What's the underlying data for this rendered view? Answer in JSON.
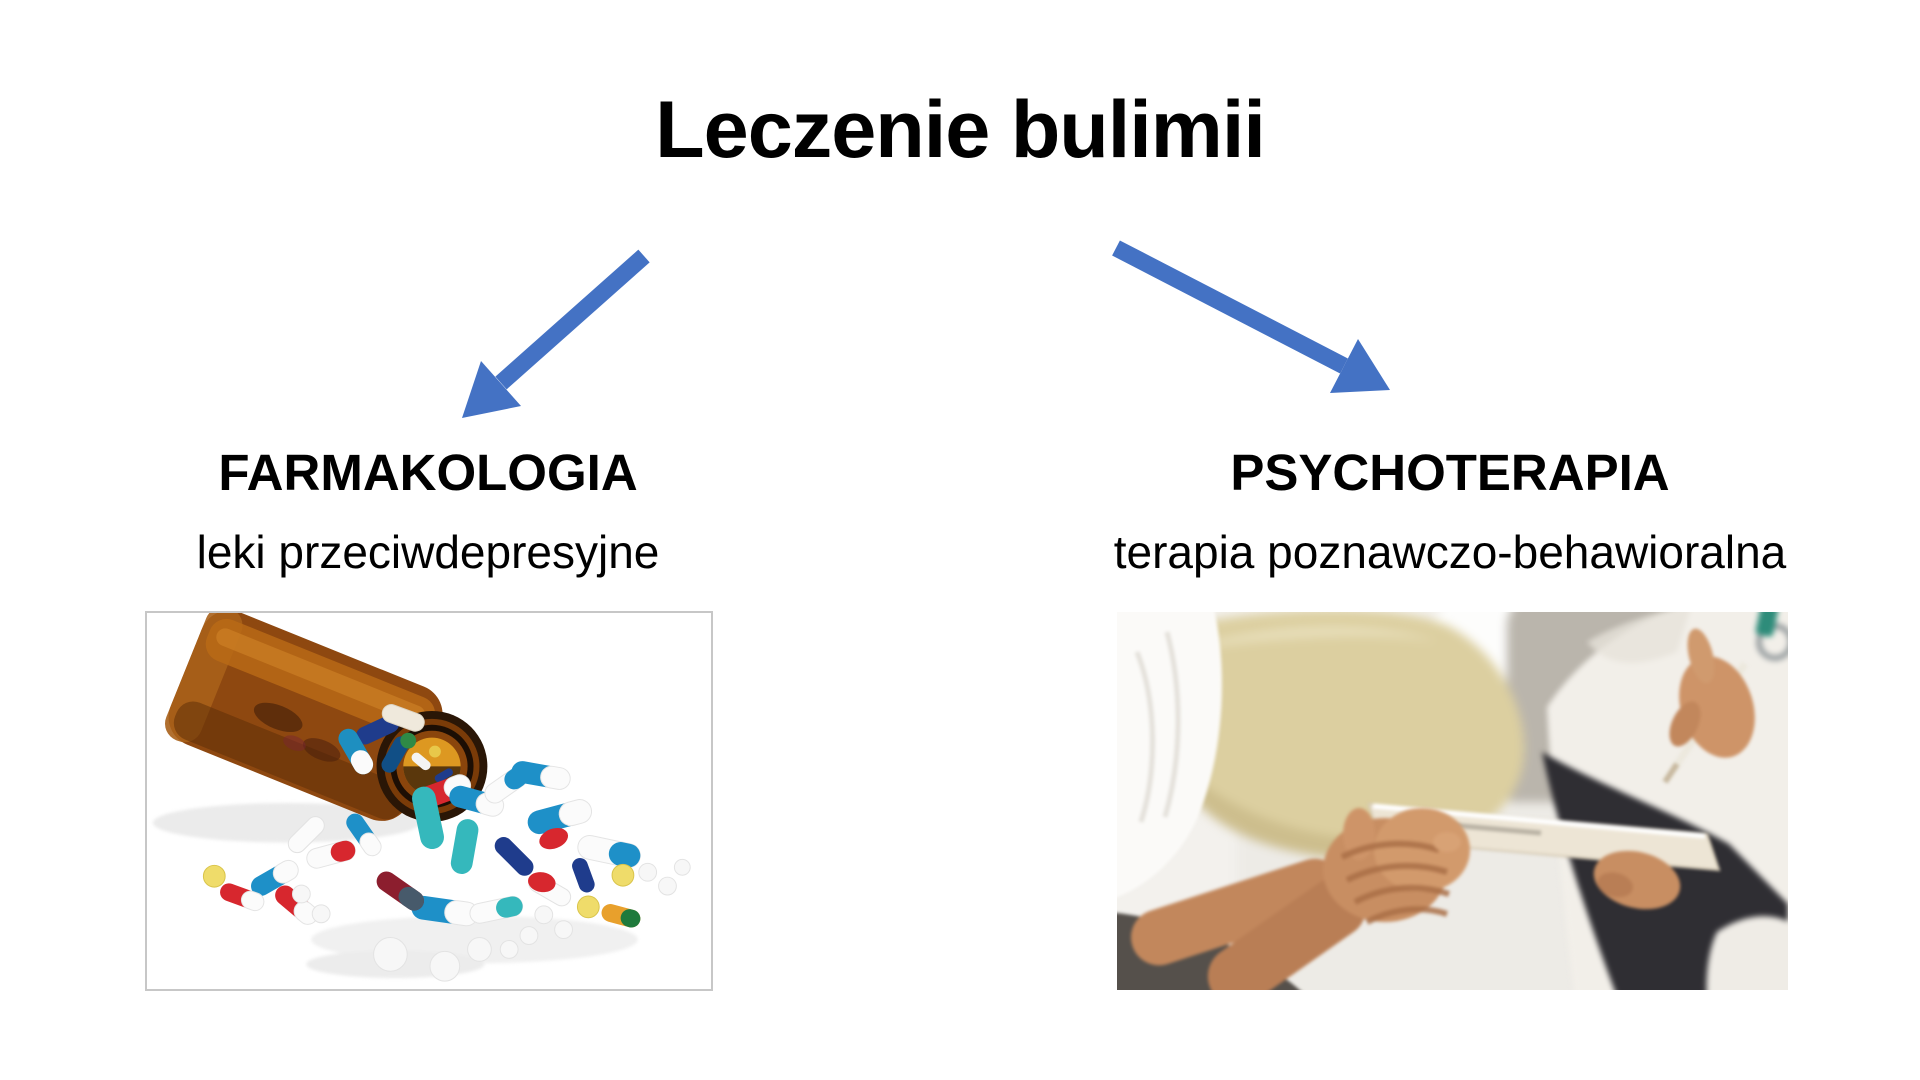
{
  "slide": {
    "background_color": "#ffffff",
    "title": "Leczenie bulimii",
    "arrows": {
      "color": "#4472C4",
      "left_icon": "arrow-down-left",
      "right_icon": "arrow-down-right"
    },
    "left_branch": {
      "heading": "FARMAKOLOGIA",
      "subtitle": "leki przeciwdepresyjne",
      "image_description": "Tipped-over amber pill bottle with colorful capsules and tablets spilling out onto a white surface"
    },
    "right_branch": {
      "heading": "PSYCHOTERAPIA",
      "subtitle": "terapia poznawczo-behawioralna",
      "image_description": "Psychotherapy session: patient with clasped hands sitting across from a clinician in a white coat writing notes on a clipboard"
    }
  }
}
